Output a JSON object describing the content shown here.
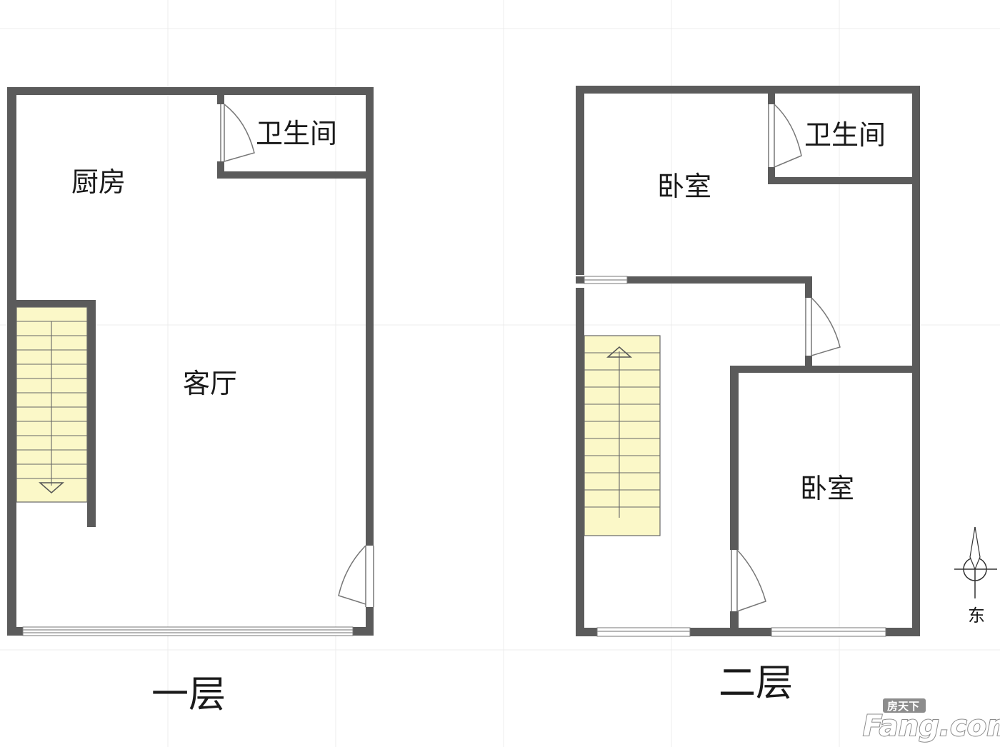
{
  "floors": [
    {
      "label": "一层",
      "rooms": {
        "kitchen": "厨房",
        "bathroom": "卫生间",
        "living": "客厅"
      }
    },
    {
      "label": "二层",
      "rooms": {
        "bedroom_north": "卧室",
        "bathroom": "卫生间",
        "bedroom_south": "卧室"
      }
    }
  ],
  "compass": {
    "direction_label": "东"
  },
  "watermark": {
    "brand_top": "房天下",
    "brand_main": "Fang.com"
  },
  "colors": {
    "wall": "#5b5b5b",
    "stair_fill": "#fbf8c8",
    "background": "#ffffff"
  }
}
